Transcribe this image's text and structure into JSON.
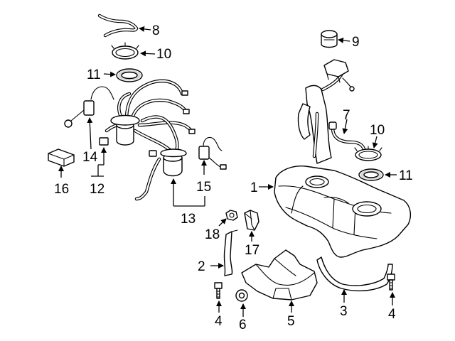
{
  "callouts": [
    {
      "id": "c1",
      "text": "1"
    },
    {
      "id": "c2",
      "text": "2"
    },
    {
      "id": "c3",
      "text": "3"
    },
    {
      "id": "c4a",
      "text": "4"
    },
    {
      "id": "c4b",
      "text": "4"
    },
    {
      "id": "c5",
      "text": "5"
    },
    {
      "id": "c6",
      "text": "6"
    },
    {
      "id": "c7",
      "text": "7"
    },
    {
      "id": "c8",
      "text": "8"
    },
    {
      "id": "c9",
      "text": "9"
    },
    {
      "id": "c10a",
      "text": "10"
    },
    {
      "id": "c10b",
      "text": "10"
    },
    {
      "id": "c11a",
      "text": "11"
    },
    {
      "id": "c11b",
      "text": "11"
    },
    {
      "id": "c12",
      "text": "12"
    },
    {
      "id": "c13",
      "text": "13"
    },
    {
      "id": "c14",
      "text": "14"
    },
    {
      "id": "c15",
      "text": "15"
    },
    {
      "id": "c16",
      "text": "16"
    },
    {
      "id": "c17",
      "text": "17"
    },
    {
      "id": "c18",
      "text": "18"
    }
  ]
}
